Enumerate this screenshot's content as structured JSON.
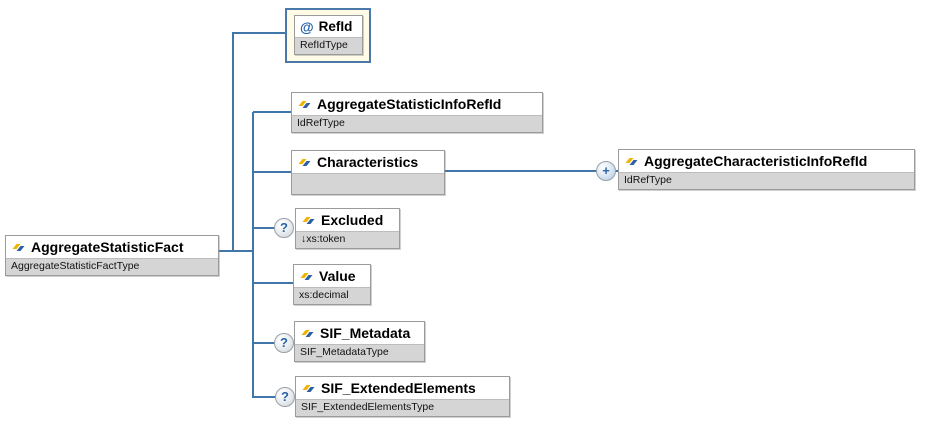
{
  "colors": {
    "connector": "#4076a8",
    "attribute_container_fill": "#fffbe6",
    "attribute_container_border": "#4a78a8",
    "node_border": "#9b9b9b",
    "node_title_bg": "#ffffff",
    "node_subtitle_bg": "#d5d5d5",
    "badge_symbol_color": "#2a64a5",
    "icon_yellow": "#f0b400",
    "icon_blue": "#2e5fa3"
  },
  "diagram": {
    "root": {
      "name": "AggregateStatisticFact",
      "type": "AggregateStatisticFactType"
    },
    "attribute": {
      "symbol": "@",
      "name": "RefId",
      "type": "RefIdType"
    },
    "children": [
      {
        "name": "AggregateStatisticInfoRefId",
        "type": "IdRefType",
        "optional": false
      },
      {
        "name": "Characteristics",
        "type": "",
        "optional": false
      },
      {
        "name": "Excluded",
        "type": "↓xs:token",
        "optional": true
      },
      {
        "name": "Value",
        "type": "xs:decimal",
        "optional": false
      },
      {
        "name": "SIF_Metadata",
        "type": "SIF_MetadataType",
        "optional": true
      },
      {
        "name": "SIF_ExtendedElements",
        "type": "SIF_ExtendedElementsType",
        "optional": true
      }
    ],
    "expanded_child": {
      "name": "AggregateCharacteristicInfoRefId",
      "type": "IdRefType"
    },
    "badges": {
      "optional": "?",
      "expand": "+"
    }
  }
}
